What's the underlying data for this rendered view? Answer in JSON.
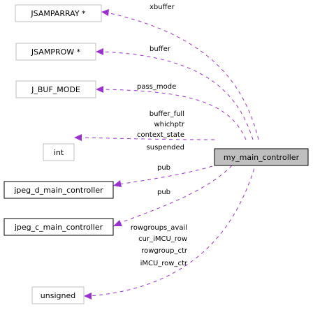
{
  "nodes": {
    "jsamparray": "JSAMPARRAY *",
    "jsamprow": "JSAMPROW *",
    "j_buf_mode": "J_BUF_MODE",
    "int": "int",
    "my_main_controller": "my_main_controller",
    "jpeg_d_main_controller": "jpeg_d_main_controller",
    "jpeg_c_main_controller": "jpeg_c_main_controller",
    "unsigned": "unsigned"
  },
  "edge_labels": {
    "xbuffer": "xbuffer",
    "buffer": "buffer",
    "pass_mode": "pass_mode",
    "int_fields": [
      "buffer_full",
      "whichptr",
      "context_state",
      "suspended"
    ],
    "pub_d": "pub",
    "pub_c": "pub",
    "unsigned_fields": [
      "rowgroups_avail",
      "cur_iMCU_row",
      "rowgroup_ctr",
      "iMCU_row_ctr"
    ]
  },
  "colors": {
    "edge": "#9a32cd",
    "node_border_gray": "#bfbfbf",
    "node_border_black": "#000000",
    "highlight_fill": "#bfbfbf"
  }
}
